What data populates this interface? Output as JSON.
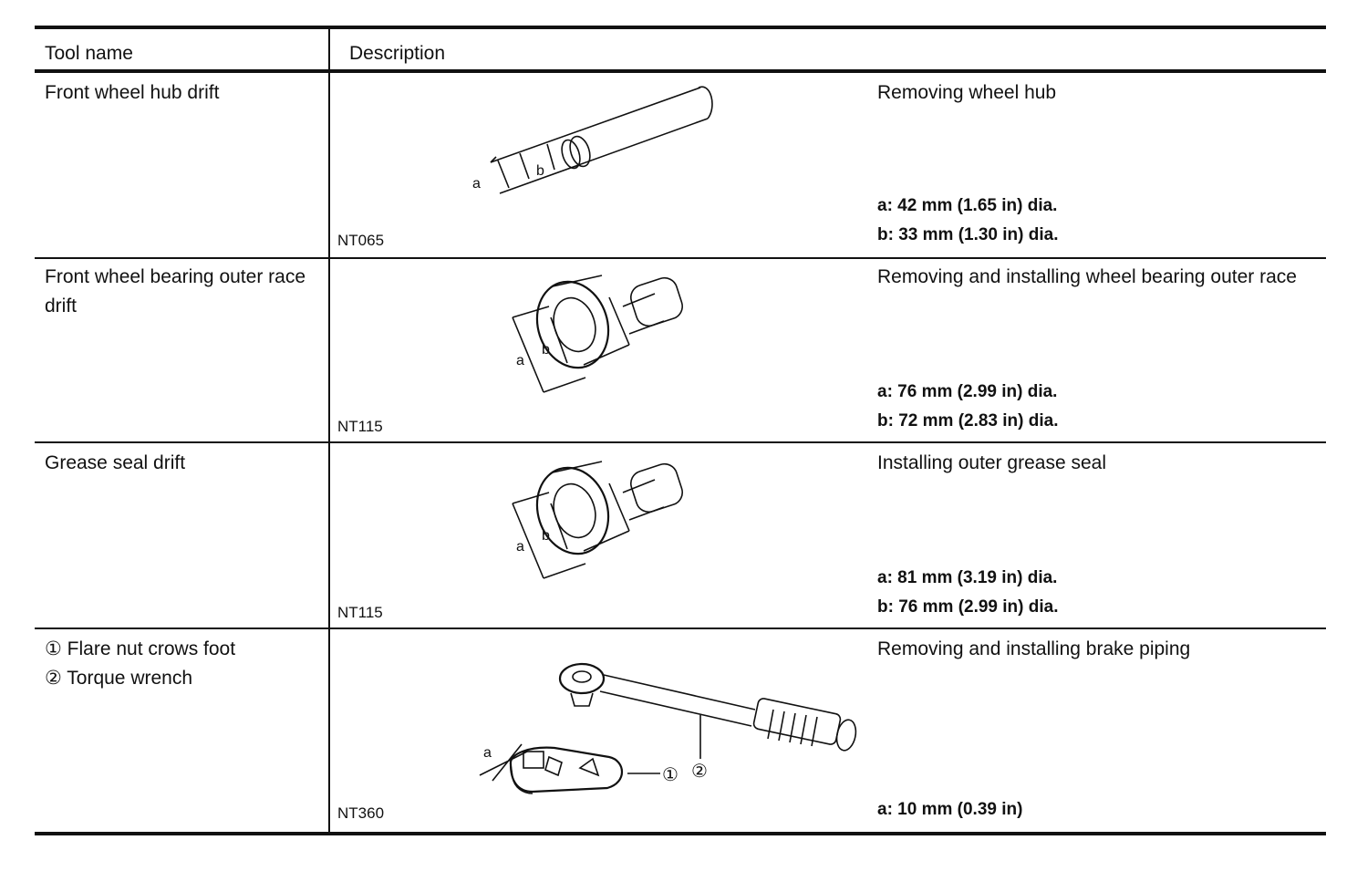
{
  "header": {
    "tool_name": "Tool name",
    "description": "Description"
  },
  "rows": [
    {
      "tool_name": "Front wheel hub drift",
      "description": "Removing wheel hub",
      "specs": [
        "a:  42 mm (1.65 in) dia.",
        "b:  33 mm (1.30 in) dia."
      ],
      "figure_code": "NT065",
      "illustration_labels": [
        "a",
        "b"
      ],
      "illustration_icon": "hub-drift-icon"
    },
    {
      "tool_name": "Front wheel bearing outer race drift",
      "description": "Removing and installing wheel bearing outer race",
      "specs": [
        "a:  76 mm (2.99 in) dia.",
        "b:  72 mm (2.83 in) dia."
      ],
      "figure_code": "NT115",
      "illustration_labels": [
        "a",
        "b"
      ],
      "illustration_icon": "race-drift-icon"
    },
    {
      "tool_name": "Grease seal drift",
      "description": "Installing outer grease seal",
      "specs": [
        "a:  81 mm (3.19 in) dia.",
        "b:  76 mm (2.99 in) dia."
      ],
      "figure_code": "NT115",
      "illustration_labels": [
        "a",
        "b"
      ],
      "illustration_icon": "seal-drift-icon"
    },
    {
      "tool_names": [
        "① Flare nut crows foot",
        "② Torque wrench"
      ],
      "description": "Removing and installing brake piping",
      "specs": [
        "a:  10 mm (0.39 in)"
      ],
      "figure_code": "NT360",
      "illustration_labels": [
        "a",
        "①",
        "②"
      ],
      "illustration_icon": "torque-wrench-icon"
    }
  ]
}
